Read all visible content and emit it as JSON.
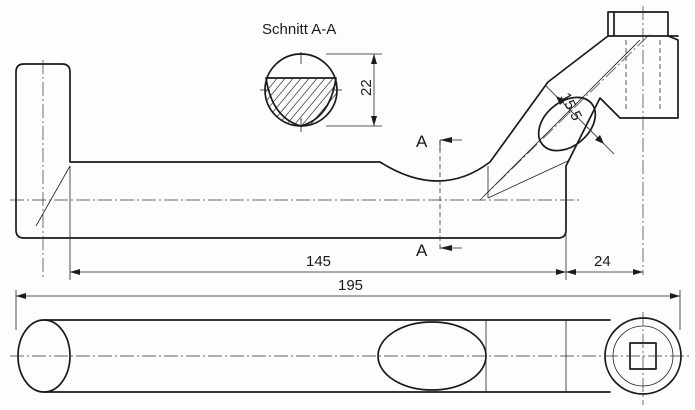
{
  "section_title": "Schnitt  A-A",
  "section_dimension": "22",
  "section_marker_top": "A",
  "section_marker_bottom": "A",
  "dimensions": {
    "angled_thickness": "15.5",
    "length_145": "145",
    "length_24": "24",
    "overall_195": "195"
  }
}
